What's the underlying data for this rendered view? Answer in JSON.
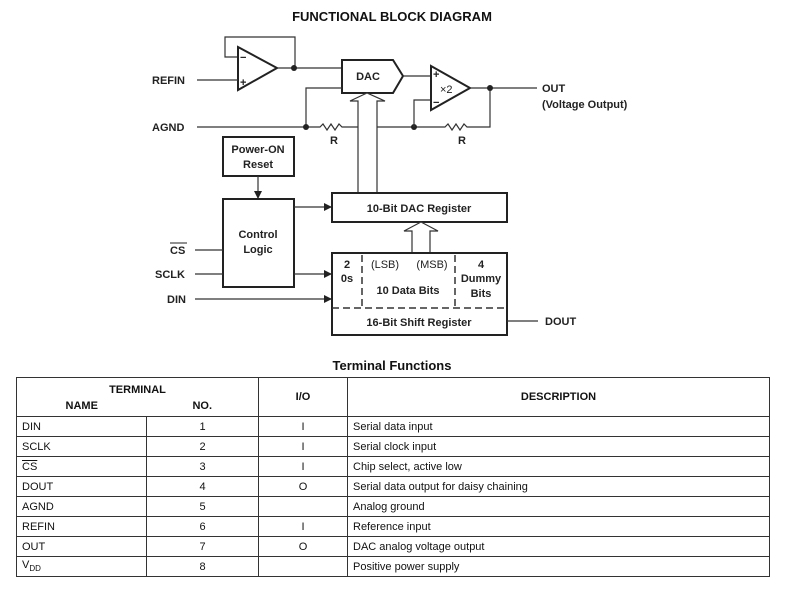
{
  "diagram": {
    "title": "FUNCTIONAL BLOCK DIAGRAM",
    "labels": {
      "refin": "REFIN",
      "agnd": "AGND",
      "dac": "DAC",
      "gain": "×2",
      "out": "OUT",
      "out_sub": "(Voltage Output)",
      "r1": "R",
      "r2": "R",
      "por1": "Power-ON",
      "por2": "Reset",
      "ctl1": "Control",
      "ctl2": "Logic",
      "cs": "CS",
      "sclk": "SCLK",
      "din": "DIN",
      "dout": "DOUT",
      "dac_reg": "10-Bit DAC Register",
      "zeros1": "2",
      "zeros2": "0s",
      "lsb": "(LSB)",
      "msb": "(MSB)",
      "databits": "10 Data Bits",
      "dummy1": "4",
      "dummy2": "Dummy",
      "dummy3": "Bits",
      "shift_reg": "16-Bit Shift Register",
      "minus": "−",
      "plus": "+"
    }
  },
  "table": {
    "title": "Terminal Functions",
    "headers": {
      "terminal": "TERMINAL",
      "name": "NAME",
      "no": "NO.",
      "io": "I/O",
      "desc": "DESCRIPTION"
    },
    "rows": [
      {
        "name": "DIN",
        "no": "1",
        "io": "I",
        "desc": "Serial data input"
      },
      {
        "name": "SCLK",
        "no": "2",
        "io": "I",
        "desc": "Serial clock input"
      },
      {
        "name": "CS",
        "no": "3",
        "io": "I",
        "desc": "Chip select, active low"
      },
      {
        "name": "DOUT",
        "no": "4",
        "io": "O",
        "desc": "Serial data output for daisy chaining"
      },
      {
        "name": "AGND",
        "no": "5",
        "io": "",
        "desc": "Analog ground"
      },
      {
        "name": "REFIN",
        "no": "6",
        "io": "I",
        "desc": "Reference input"
      },
      {
        "name": "OUT",
        "no": "7",
        "io": "O",
        "desc": "DAC analog voltage output"
      },
      {
        "name": "V",
        "name_sub": "DD",
        "no": "8",
        "io": "",
        "desc": "Positive power supply"
      }
    ]
  }
}
